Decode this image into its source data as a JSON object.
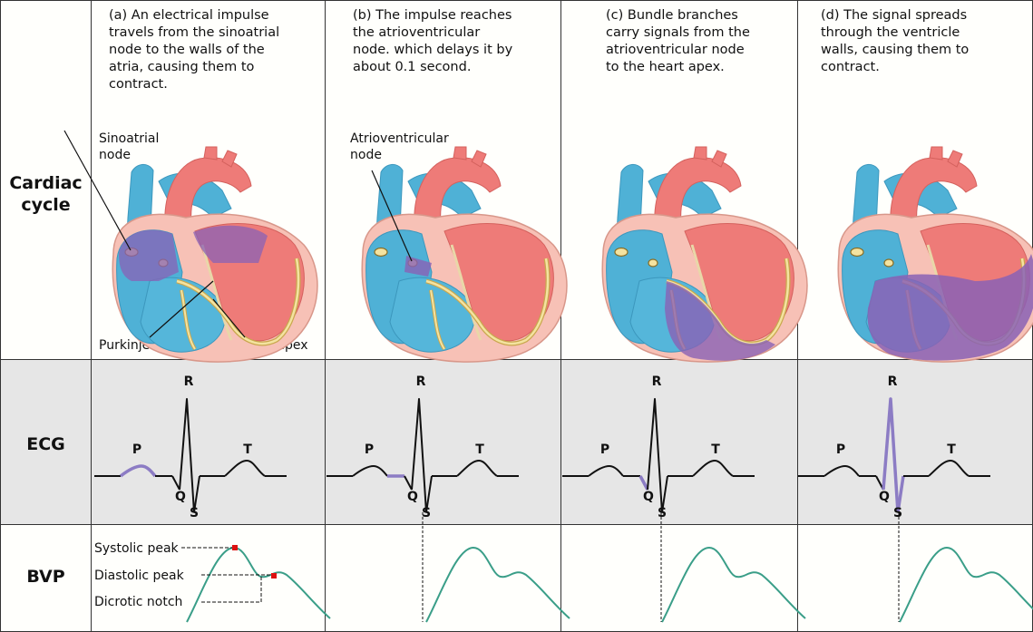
{
  "row_labels": {
    "cardiac": "Cardiac\ncycle",
    "ecg": "ECG",
    "bvp": "BVP"
  },
  "panels": [
    {
      "caption": "(a) An electrical impulse\ntravels from the sinoatrial\nnode to the walls of the\natria, causing them to\ncontract.",
      "labels": {
        "node": "Sinoatrial\nnode",
        "purkinje": "Purkinje fiber",
        "apex": "Heart apex"
      }
    },
    {
      "caption": "(b) The impulse reaches\nthe atrioventricular\nnode. which delays it by\nabout 0.1 second.",
      "labels": {
        "node": "Atrioventricular\nnode"
      }
    },
    {
      "caption": "(c) Bundle branches\ncarry signals from the\natrioventricular node\nto the heart apex."
    },
    {
      "caption": "(d) The signal spreads\nthrough the ventricle\nwalls, causing them to\ncontract."
    }
  ],
  "ecg_waves": {
    "p": "P",
    "q": "Q",
    "r": "R",
    "s": "S",
    "t": "T"
  },
  "bvp_labels": {
    "systolic": "Systolic peak",
    "diastolic": "Diastolic peak",
    "dicrotic": "Dicrotic notch"
  },
  "colors": {
    "highlight": "#8c7cc4",
    "bvp_line": "#3a9e88",
    "peak_marker": "#dd1111",
    "ecg_bg": "#e6e6e6",
    "heart_red": "#ee7b78",
    "heart_blue": "#4fb1d6",
    "impulse_purple": "#8a62b5"
  }
}
